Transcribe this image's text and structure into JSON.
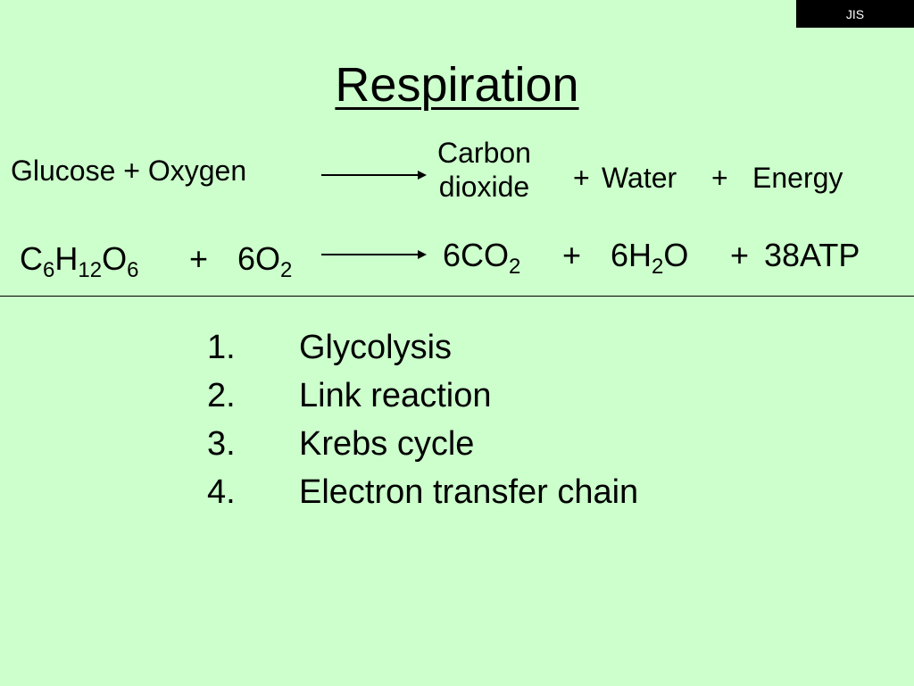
{
  "badge": "JIS",
  "title": "Respiration",
  "word_equation": {
    "reactant1": "Glucose",
    "plus1": "+",
    "reactant2": "Oxygen",
    "product1_line1": "Carbon",
    "product1_line2": "dioxide",
    "plus2": "+",
    "product2": "Water",
    "plus3": "+",
    "product3": "Energy"
  },
  "chemical_equation": {
    "glucose": {
      "c": "C",
      "c_sub": "6",
      "h": "H",
      "h_sub": "12",
      "o": "O",
      "o_sub": "6"
    },
    "plus1": "+",
    "oxygen": {
      "coef": "6O",
      "sub": "2"
    },
    "co2": {
      "coef": "6CO",
      "sub": "2"
    },
    "plus2": "+",
    "water": {
      "coef": "6H",
      "sub": "2",
      "tail": "O"
    },
    "plus3": "+",
    "atp": "38ATP"
  },
  "steps": [
    {
      "num": "1.",
      "label": "Glycolysis"
    },
    {
      "num": "2.",
      "label": "Link reaction"
    },
    {
      "num": "3.",
      "label": "Krebs cycle"
    },
    {
      "num": "4.",
      "label": "Electron transfer chain"
    }
  ]
}
